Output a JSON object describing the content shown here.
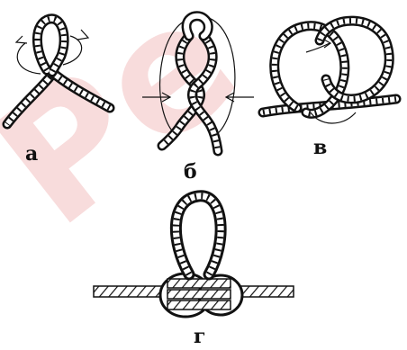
{
  "figures": [
    {
      "id": "a",
      "label": "а"
    },
    {
      "id": "b",
      "label": "б"
    },
    {
      "id": "v",
      "label": "в"
    },
    {
      "id": "g",
      "label": "г"
    }
  ],
  "colors": {
    "ink": "#111111",
    "paper": "#ffffff",
    "watermark": "#e06060"
  },
  "watermark": {
    "text": "Ре"
  }
}
